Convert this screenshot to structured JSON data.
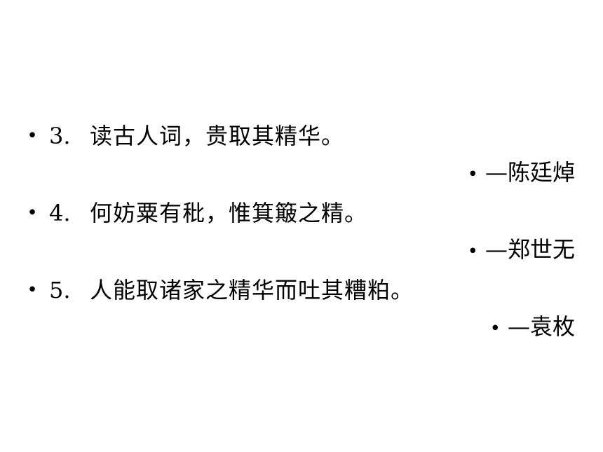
{
  "bullet_glyph": "•",
  "quotes": [
    {
      "number": "3.",
      "text": "读古人词，贵取其精华。",
      "author": "—陈廷焯"
    },
    {
      "number": "4.",
      "text": "何妨粟有秕，惟箕簸之精。",
      "author": "—郑世无"
    },
    {
      "number": "5.",
      "text": "人能取诸家之精华而吐其糟粕。",
      "author": "—袁枚"
    }
  ]
}
